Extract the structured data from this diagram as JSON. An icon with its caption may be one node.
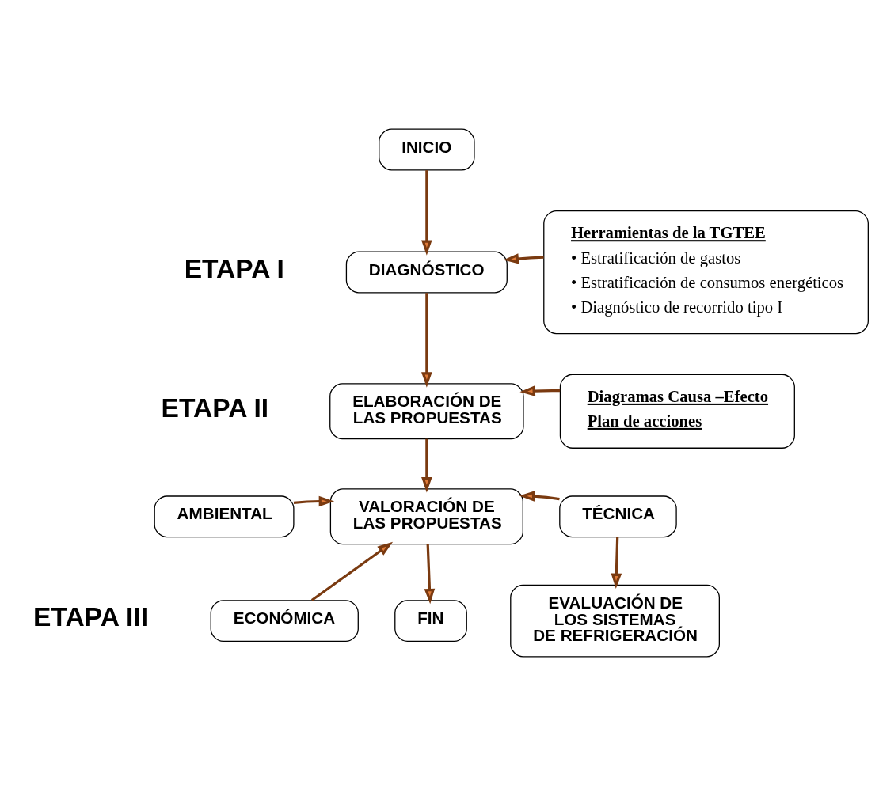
{
  "diagram": {
    "nodes": [
      {
        "text": [
          "INICIO"
        ]
      },
      {
        "text": [
          "DIAGNÓSTICO"
        ]
      },
      {
        "text": [
          "Herramientas de la TGTEE",
          "• Estratificación de gastos",
          "• Estratificación de consumos energéticos",
          "• Diagnóstico de recorrido tipo I"
        ]
      },
      {
        "text": [
          "ELABORACIÓN DE LAS PROPUESTAS"
        ]
      },
      {
        "text": [
          "Diagramas Causa –Efecto",
          "Plan de acciones"
        ]
      },
      {
        "text": [
          "AMBIENTAL"
        ]
      },
      {
        "text": [
          "VALORACIÓN DE LAS PROPUESTAS"
        ]
      },
      {
        "text": [
          "TÉCNICA"
        ]
      },
      {
        "text": [
          "ECONÓMICA"
        ]
      },
      {
        "text": [
          "EVALUACIÓN DE LOS SISTEMAS DE REFRIGERACIÓN"
        ]
      },
      {
        "text": [
          "FIN"
        ]
      }
    ],
    "edges": [
      {
        "from": 0,
        "to": 1,
        "arrow": "to"
      },
      {
        "from": 2,
        "to": 1,
        "arrow": "to"
      },
      {
        "from": 1,
        "to": 3,
        "arrow": "to"
      },
      {
        "from": 4,
        "to": 3,
        "arrow": "to"
      },
      {
        "from": 3,
        "to": 6,
        "arrow": "to"
      },
      {
        "from": 5,
        "to": 6,
        "arrow": "to"
      },
      {
        "from": 8,
        "to": 6,
        "arrow": "to"
      },
      {
        "from": 7,
        "to": 6,
        "arrow": "to"
      },
      {
        "from": 7,
        "to": 9,
        "arrow": "to"
      },
      {
        "from": 6,
        "to": 10,
        "arrow": "to"
      }
    ],
    "labels": [
      "ETAPA I",
      "ETAPA II",
      "ETAPA III"
    ]
  }
}
